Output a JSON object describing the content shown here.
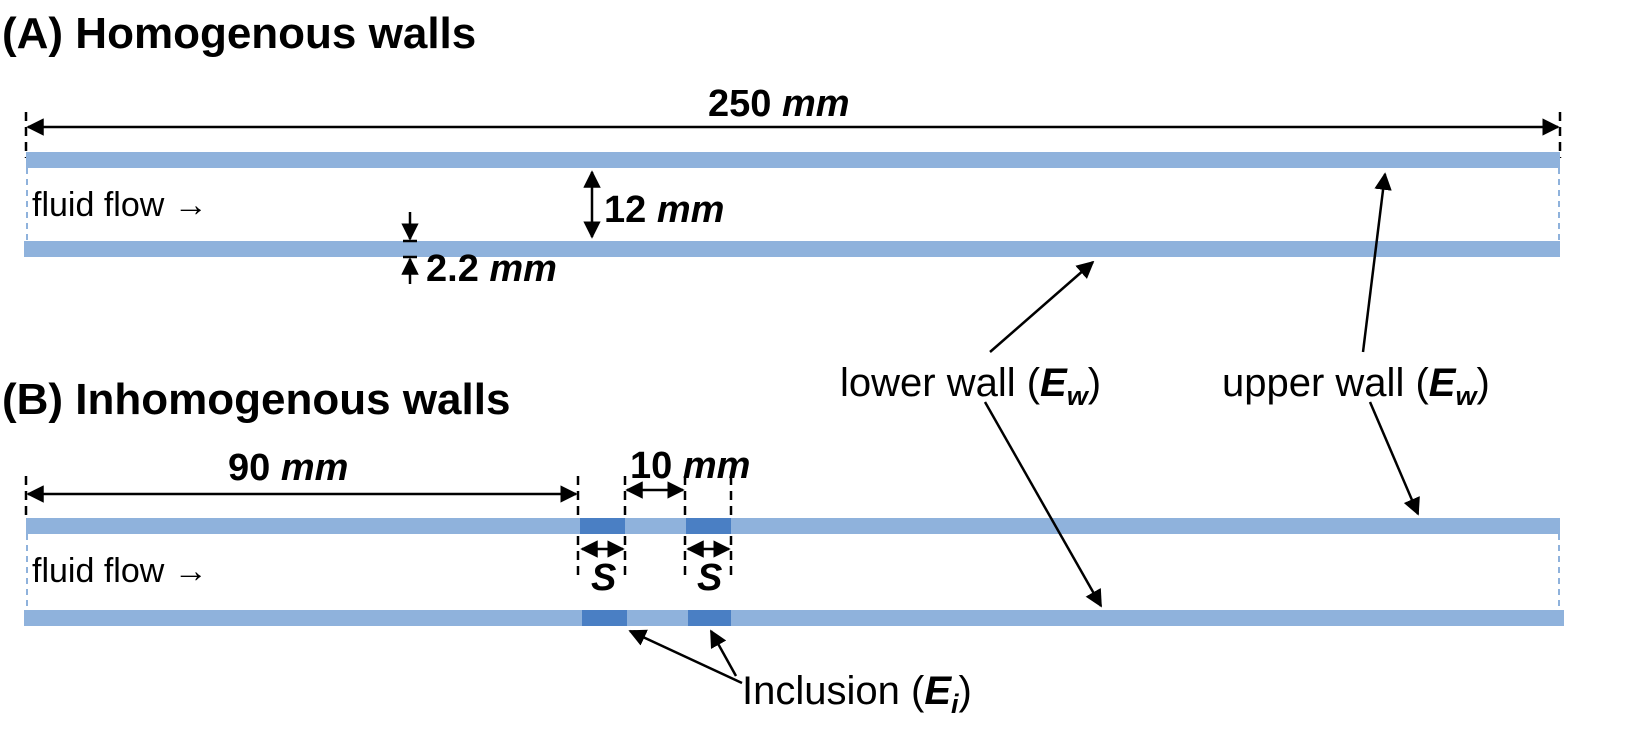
{
  "panel_a": {
    "title": "(A) Homogenous walls",
    "length": {
      "value": "250",
      "unit": "mm"
    },
    "gap": {
      "value": "12",
      "unit": "mm"
    },
    "thickness": {
      "value": "2.2",
      "unit": "mm"
    },
    "flow_label": "fluid flow →"
  },
  "panel_b": {
    "title": "(B) Inhomogenous walls",
    "offset": {
      "value": "90",
      "unit": "mm"
    },
    "spacing": {
      "value": "10",
      "unit": "mm"
    },
    "inclusion_width": "S",
    "flow_label": "fluid flow →"
  },
  "callouts": {
    "lower_wall": {
      "text": "lower wall (",
      "symbol": "E",
      "sub": "w",
      "close": ")"
    },
    "upper_wall": {
      "text": "upper wall (",
      "symbol": "E",
      "sub": "w",
      "close": ")"
    },
    "inclusion": {
      "text": "Inclusion (",
      "symbol": "E",
      "sub": "i",
      "close": ")"
    }
  },
  "colors": {
    "wall": "#8fb2dc",
    "inclusion": "#4a7fc4"
  }
}
